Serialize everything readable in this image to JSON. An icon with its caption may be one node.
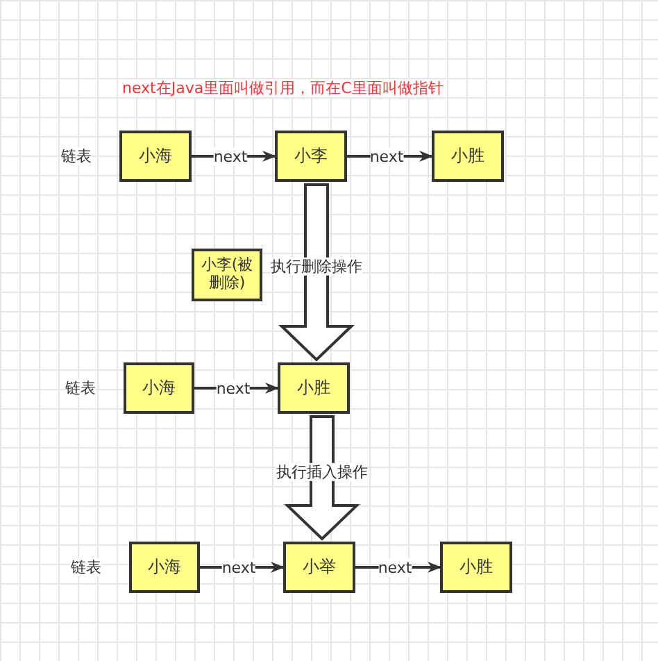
{
  "diagram": {
    "nodes": [
      {
        "text": [
          "小海"
        ]
      },
      {
        "text": [
          "小李"
        ]
      },
      {
        "text": [
          "小胜"
        ]
      },
      {
        "text": [
          "小李(被删除)"
        ]
      },
      {
        "text": [
          "小海"
        ]
      },
      {
        "text": [
          "小胜"
        ]
      },
      {
        "text": [
          "小海"
        ]
      },
      {
        "text": [
          "小举"
        ]
      },
      {
        "text": [
          "小胜"
        ]
      }
    ],
    "edges": [
      {
        "from": 0,
        "to": 1,
        "arrow": "to",
        "label": "next"
      },
      {
        "from": 1,
        "to": 2,
        "arrow": "to",
        "label": "next"
      },
      {
        "from": 1,
        "to": 5,
        "arrow": "to",
        "label": "执行删除操作",
        "style": "thick"
      },
      {
        "from": 4,
        "to": 5,
        "arrow": "to",
        "label": "next"
      },
      {
        "from": 5,
        "to": 7,
        "arrow": "to",
        "label": "执行插入操作",
        "style": "thick"
      },
      {
        "from": 6,
        "to": 7,
        "arrow": "to",
        "label": "next"
      },
      {
        "from": 7,
        "to": 8,
        "arrow": "to",
        "label": "next"
      }
    ],
    "labels": [
      "next在Java里面叫做引用，而在C里面叫做指针",
      "链表",
      "链表",
      "链表"
    ]
  }
}
